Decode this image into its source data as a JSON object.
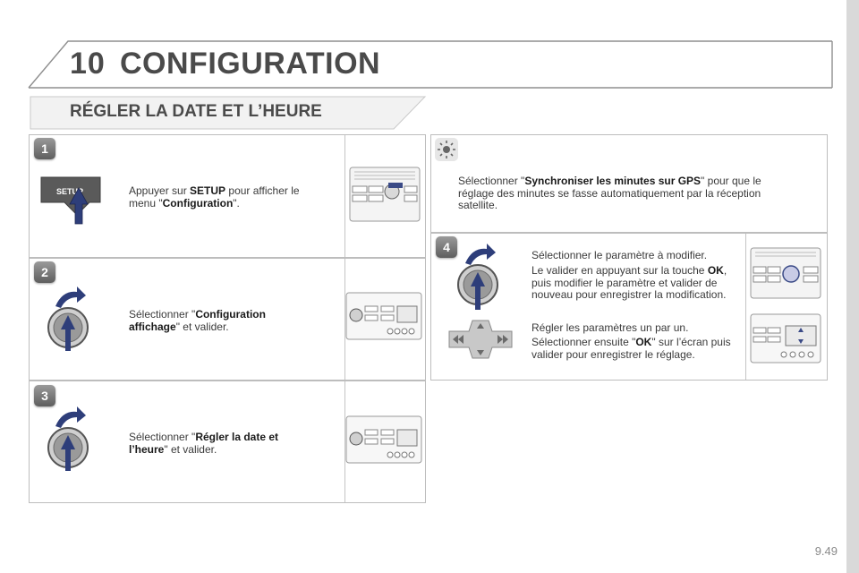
{
  "chapter": {
    "number": "10",
    "title": "CONFIGURATION"
  },
  "section": {
    "title": "RÉGLER LA DATE ET L’HEURE"
  },
  "steps": {
    "s1": {
      "badge": "1",
      "pre": "Appuyer sur ",
      "bold1": "SETUP",
      "mid": " pour afficher le menu \"",
      "bold2": "Configuration",
      "post": "\"."
    },
    "s2": {
      "badge": "2",
      "pre": "Sélectionner \"",
      "bold1": "Configuration affichage",
      "post": "\" et valider."
    },
    "s3": {
      "badge": "3",
      "pre": "Sélectionner \"",
      "bold1": "Régler la date et l’heure",
      "post": "\" et valider."
    },
    "tip": {
      "pre": "Sélectionner \"",
      "bold1": "Synchroniser les minutes sur GPS",
      "post": "\" pour que le réglage des minutes se fasse automatiquement par la réception satellite."
    },
    "s4": {
      "badge": "4",
      "p1": "Sélectionner le paramètre à modifier.",
      "p2_pre": "Le valider en appuyant sur la touche ",
      "p2_bold": "OK",
      "p2_post": ", puis modifier le paramètre et valider de nouveau pour enregistrer la modification.",
      "p3": "Régler les paramètres un par un.",
      "p4_pre": "Sélectionner ensuite \"",
      "p4_bold": "OK",
      "p4_post": "\" sur l’écran puis valider pour enregistrer le réglage."
    }
  },
  "setup_key_label": "SETUP",
  "page_number": "9.49",
  "colors": {
    "arrow": "#2e3e7a",
    "badge": "#6b6b6b",
    "border": "#bdbdbd",
    "title": "#4a4a4a"
  },
  "icons": [
    "setup-key-icon",
    "rotary-knob-icon",
    "rotate-arrow-icon",
    "press-arrow-icon",
    "lightbulb-tip-icon",
    "direction-pad-icon",
    "radio-unit-icon"
  ]
}
